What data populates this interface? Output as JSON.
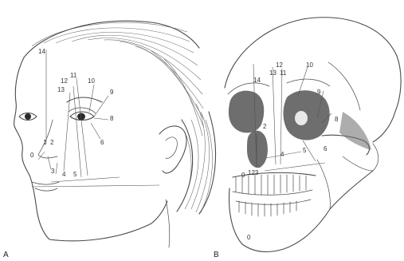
{
  "panels": {
    "a": {
      "letter": "A"
    },
    "b": {
      "letter": "B"
    }
  },
  "face_labels": {
    "n14": "14",
    "n12": "12",
    "n11": "11",
    "n13": "13",
    "n10": "10",
    "n9": "9",
    "n8": "8",
    "n6": "6",
    "n0": "0",
    "n1": "1",
    "n2": "2",
    "n3": "3",
    "n4": "4",
    "n5": "5"
  },
  "skull_labels": {
    "n12": "12",
    "n13": "13",
    "n11": "11",
    "n10": "10",
    "n14": "14",
    "n9": "9",
    "n8": "8",
    "n2": "2",
    "n4": "4",
    "n5": "5",
    "n6": "6",
    "n0": "0",
    "n123": "123",
    "n0b": "0"
  },
  "colors": {
    "ink": "#4a4a4a",
    "paper": "#ffffff"
  }
}
